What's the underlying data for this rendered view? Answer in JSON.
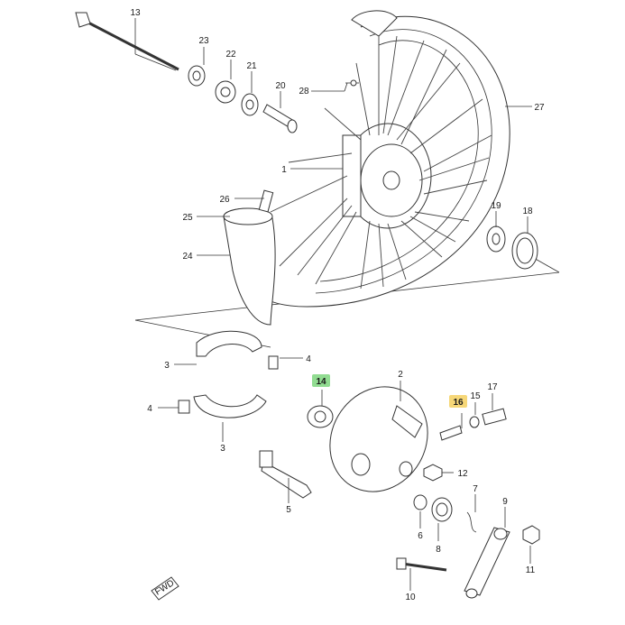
{
  "diagram": {
    "parts": {
      "p1": "1",
      "p2": "2",
      "p3a": "3",
      "p3b": "3",
      "p4a": "4",
      "p4b": "4",
      "p5": "5",
      "p6": "6",
      "p7": "7",
      "p8": "8",
      "p9": "9",
      "p10": "10",
      "p11": "11",
      "p12": "12",
      "p13": "13",
      "p14": "14",
      "p15": "15",
      "p16": "16",
      "p17": "17",
      "p18": "18",
      "p19": "19",
      "p20": "20",
      "p21": "21",
      "p22": "22",
      "p23": "23",
      "p24": "24",
      "p25": "25",
      "p26": "26",
      "p27": "27",
      "p28": "28"
    },
    "highlight_colors": {
      "p14": "#7ed67e",
      "p16": "#f5d060"
    },
    "fwd_mark": "FWD"
  }
}
